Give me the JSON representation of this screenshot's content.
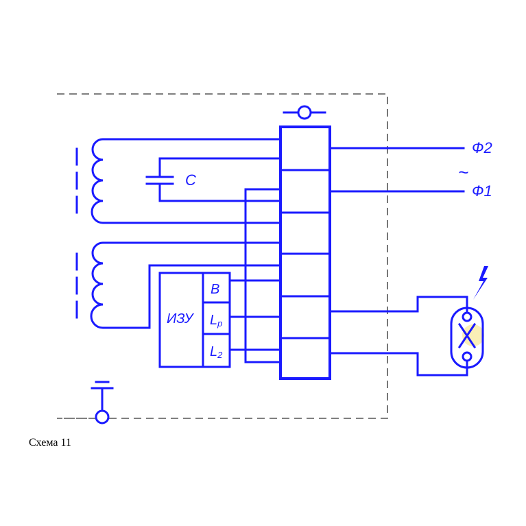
{
  "diagram": {
    "caption": "Схема 11",
    "labels": {
      "capacitor": "C",
      "phase2": "Ф2",
      "phase1": "Ф1",
      "ac_symbol": "~",
      "igniter": "ИЗУ",
      "terminal_b": "B",
      "terminal_lp_main": "L",
      "terminal_lp_sub": "р",
      "terminal_l2_main": "L",
      "terminal_l2_sub": "2"
    },
    "colors": {
      "wire": "#1a1aff",
      "border": "#555555",
      "spark": "#f5e27a"
    },
    "icons": {
      "ground": "ground-icon",
      "lamp": "discharge-lamp-icon",
      "lightning": "lightning-icon"
    }
  }
}
